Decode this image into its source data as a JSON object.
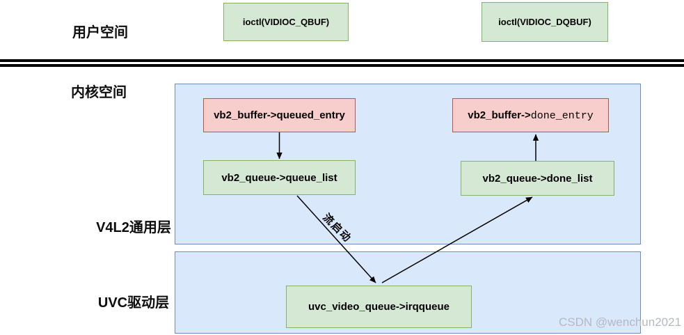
{
  "colors": {
    "container-fill": "#dae8fc",
    "container-stroke": "#6c8ebf",
    "green-fill": "#d5e8d4",
    "green-stroke": "#82b366",
    "red-fill": "#f8cecc",
    "red-stroke": "#b85450",
    "arrow": "#000000",
    "watermark": "#b4b9c2"
  },
  "user_space": {
    "label": "用户空间",
    "qbuf_label": "ioctl(VIDIOC_QBUF)",
    "dqbuf_label": "ioctl(VIDIOC_DQBUF)"
  },
  "kernel_space": {
    "label": "内核空间"
  },
  "v4l2_layer": {
    "label": "V4L2通用层",
    "queued_entry": "vb2_buffer->queued_entry",
    "done_entry_prefix": "vb2_buffer->",
    "done_entry_mono": "done_entry",
    "queue_list": "vb2_queue->queue_list",
    "done_list": "vb2_queue->done_list",
    "stream_start": "流启动"
  },
  "uvc_layer": {
    "label": "UVC驱动层",
    "irqqueue": "uvc_video_queue->irqqueue"
  },
  "watermark": "CSDN @wenchun2021"
}
